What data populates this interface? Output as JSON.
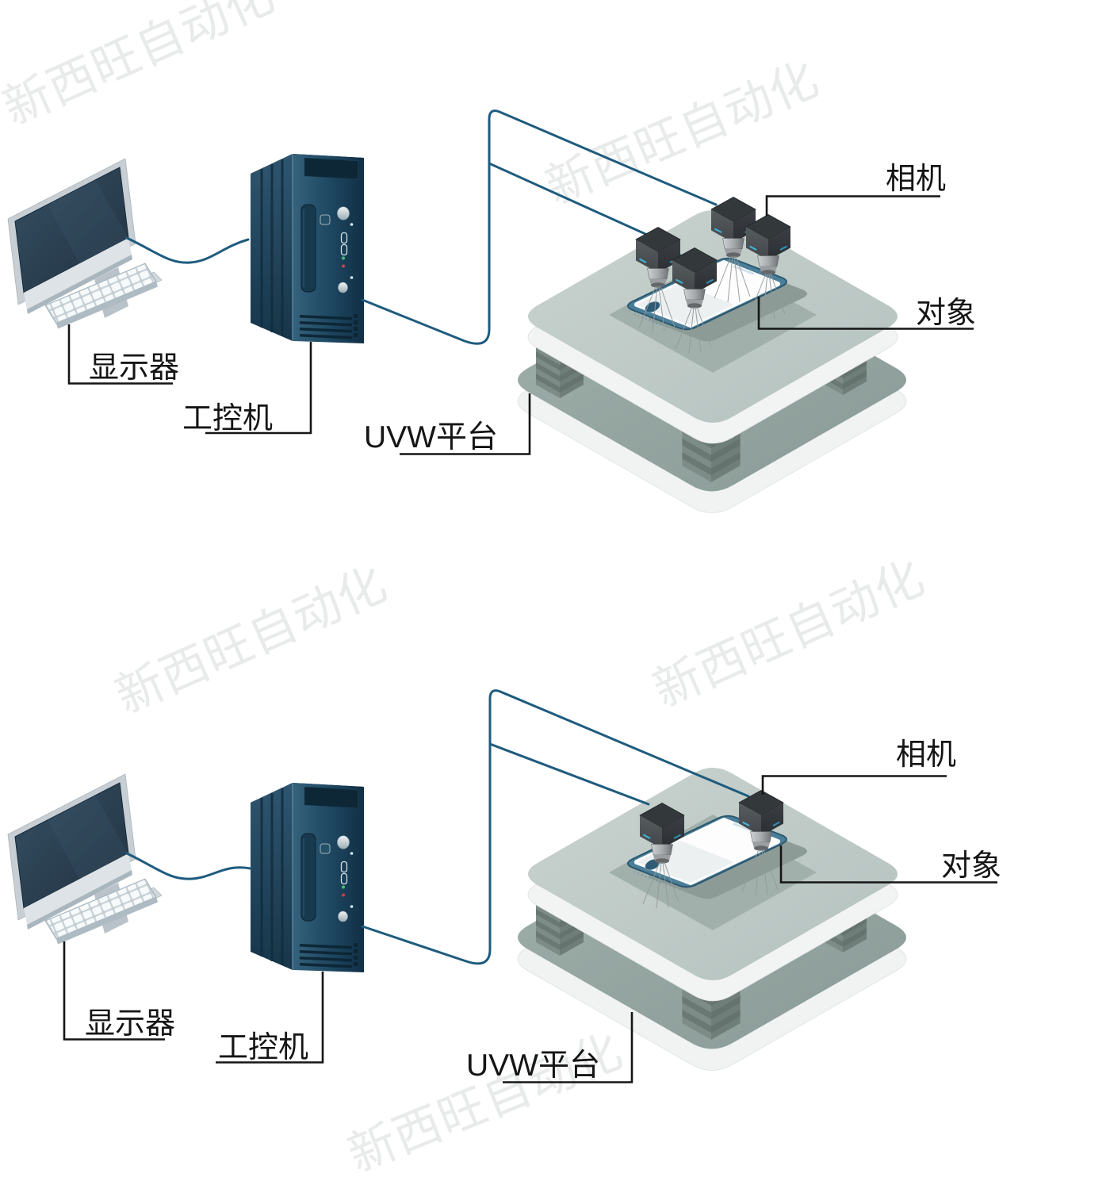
{
  "watermark": {
    "text": "新西旺自动化",
    "color": "#e9ebeb"
  },
  "palette": {
    "cable": "#1e5b7e",
    "leader_line": "#151515",
    "platform_top": "#c2cdc9",
    "platform_lower_top": "#93a39f",
    "platform_recess": "#a2b0ac",
    "phone_frame": "#4b7e98",
    "pc_navy": "#1d4257",
    "monitor_screen": "#2c4355",
    "camera_body": "#3a3f42",
    "camera_accent_cyan": "#3fb8de"
  },
  "scene1": {
    "name": "four-camera-uvw-alignment-setup",
    "labels": {
      "camera": "相机",
      "object": "对象",
      "platform": "UVW平台",
      "ipc": "工控机",
      "monitor": "显示器"
    }
  },
  "scene2": {
    "name": "two-camera-uvw-alignment-setup",
    "labels": {
      "camera": "相机",
      "object": "对象",
      "platform": "UVW平台",
      "ipc": "工控机",
      "monitor": "显示器"
    }
  }
}
